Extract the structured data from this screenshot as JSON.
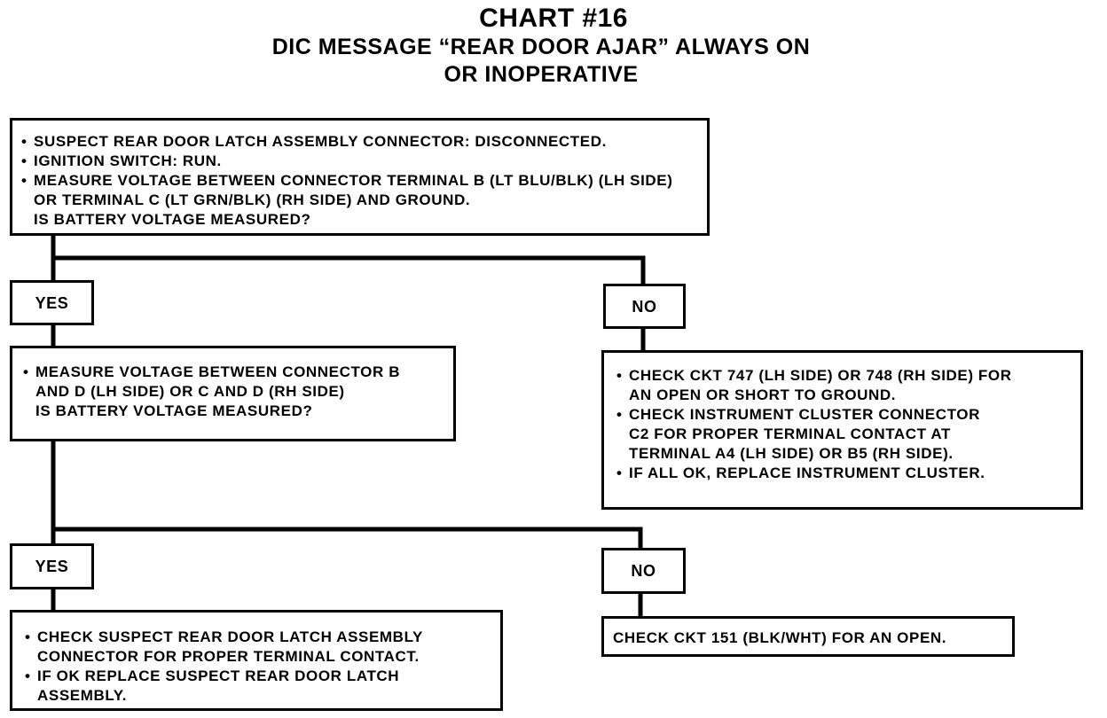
{
  "chart": {
    "title": "CHART #16",
    "subtitle": "DIC MESSAGE “REAR DOOR AJAR” ALWAYS ON OR INOPERATIVE"
  },
  "step1": {
    "bullets": [
      "SUSPECT REAR DOOR LATCH ASSEMBLY CONNECTOR: DISCONNECTED.",
      "IGNITION SWITCH: RUN.",
      "MEASURE VOLTAGE BETWEEN CONNECTOR TERMINAL B (LT BLU/BLK) (LH SIDE) OR TERMINAL C (LT GRN/BLK) (RH SIDE) AND GROUND."
    ],
    "question": "IS BATTERY VOLTAGE MEASURED?"
  },
  "yes1": "YES",
  "no1": "NO",
  "step2": {
    "bullets": [
      "MEASURE VOLTAGE BETWEEN CONNECTOR B AND D (LH SIDE) OR C AND D (RH SIDE)"
    ],
    "question": "IS BATTERY VOLTAGE MEASURED?"
  },
  "no1_action": {
    "bullets": [
      "CHECK CKT 747 (LH SIDE) OR 748 (RH SIDE) FOR AN OPEN OR SHORT TO GROUND.",
      "CHECK INSTRUMENT CLUSTER CONNECTOR C2 FOR PROPER TERMINAL CONTACT AT TERMINAL A4 (LH SIDE) OR B5 (RH SIDE).",
      "IF ALL OK, REPLACE INSTRUMENT CLUSTER."
    ]
  },
  "yes2": "YES",
  "no2": "NO",
  "yes2_action": {
    "bullets": [
      "CHECK SUSPECT REAR DOOR LATCH ASSEMBLY CONNECTOR FOR PROPER TERMINAL CONTACT.",
      "IF OK REPLACE SUSPECT REAR DOOR LATCH ASSEMBLY."
    ]
  },
  "no2_action": {
    "text": "CHECK CKT 151 (BLK/WHT) FOR AN OPEN."
  },
  "bullet_symbol": "•"
}
